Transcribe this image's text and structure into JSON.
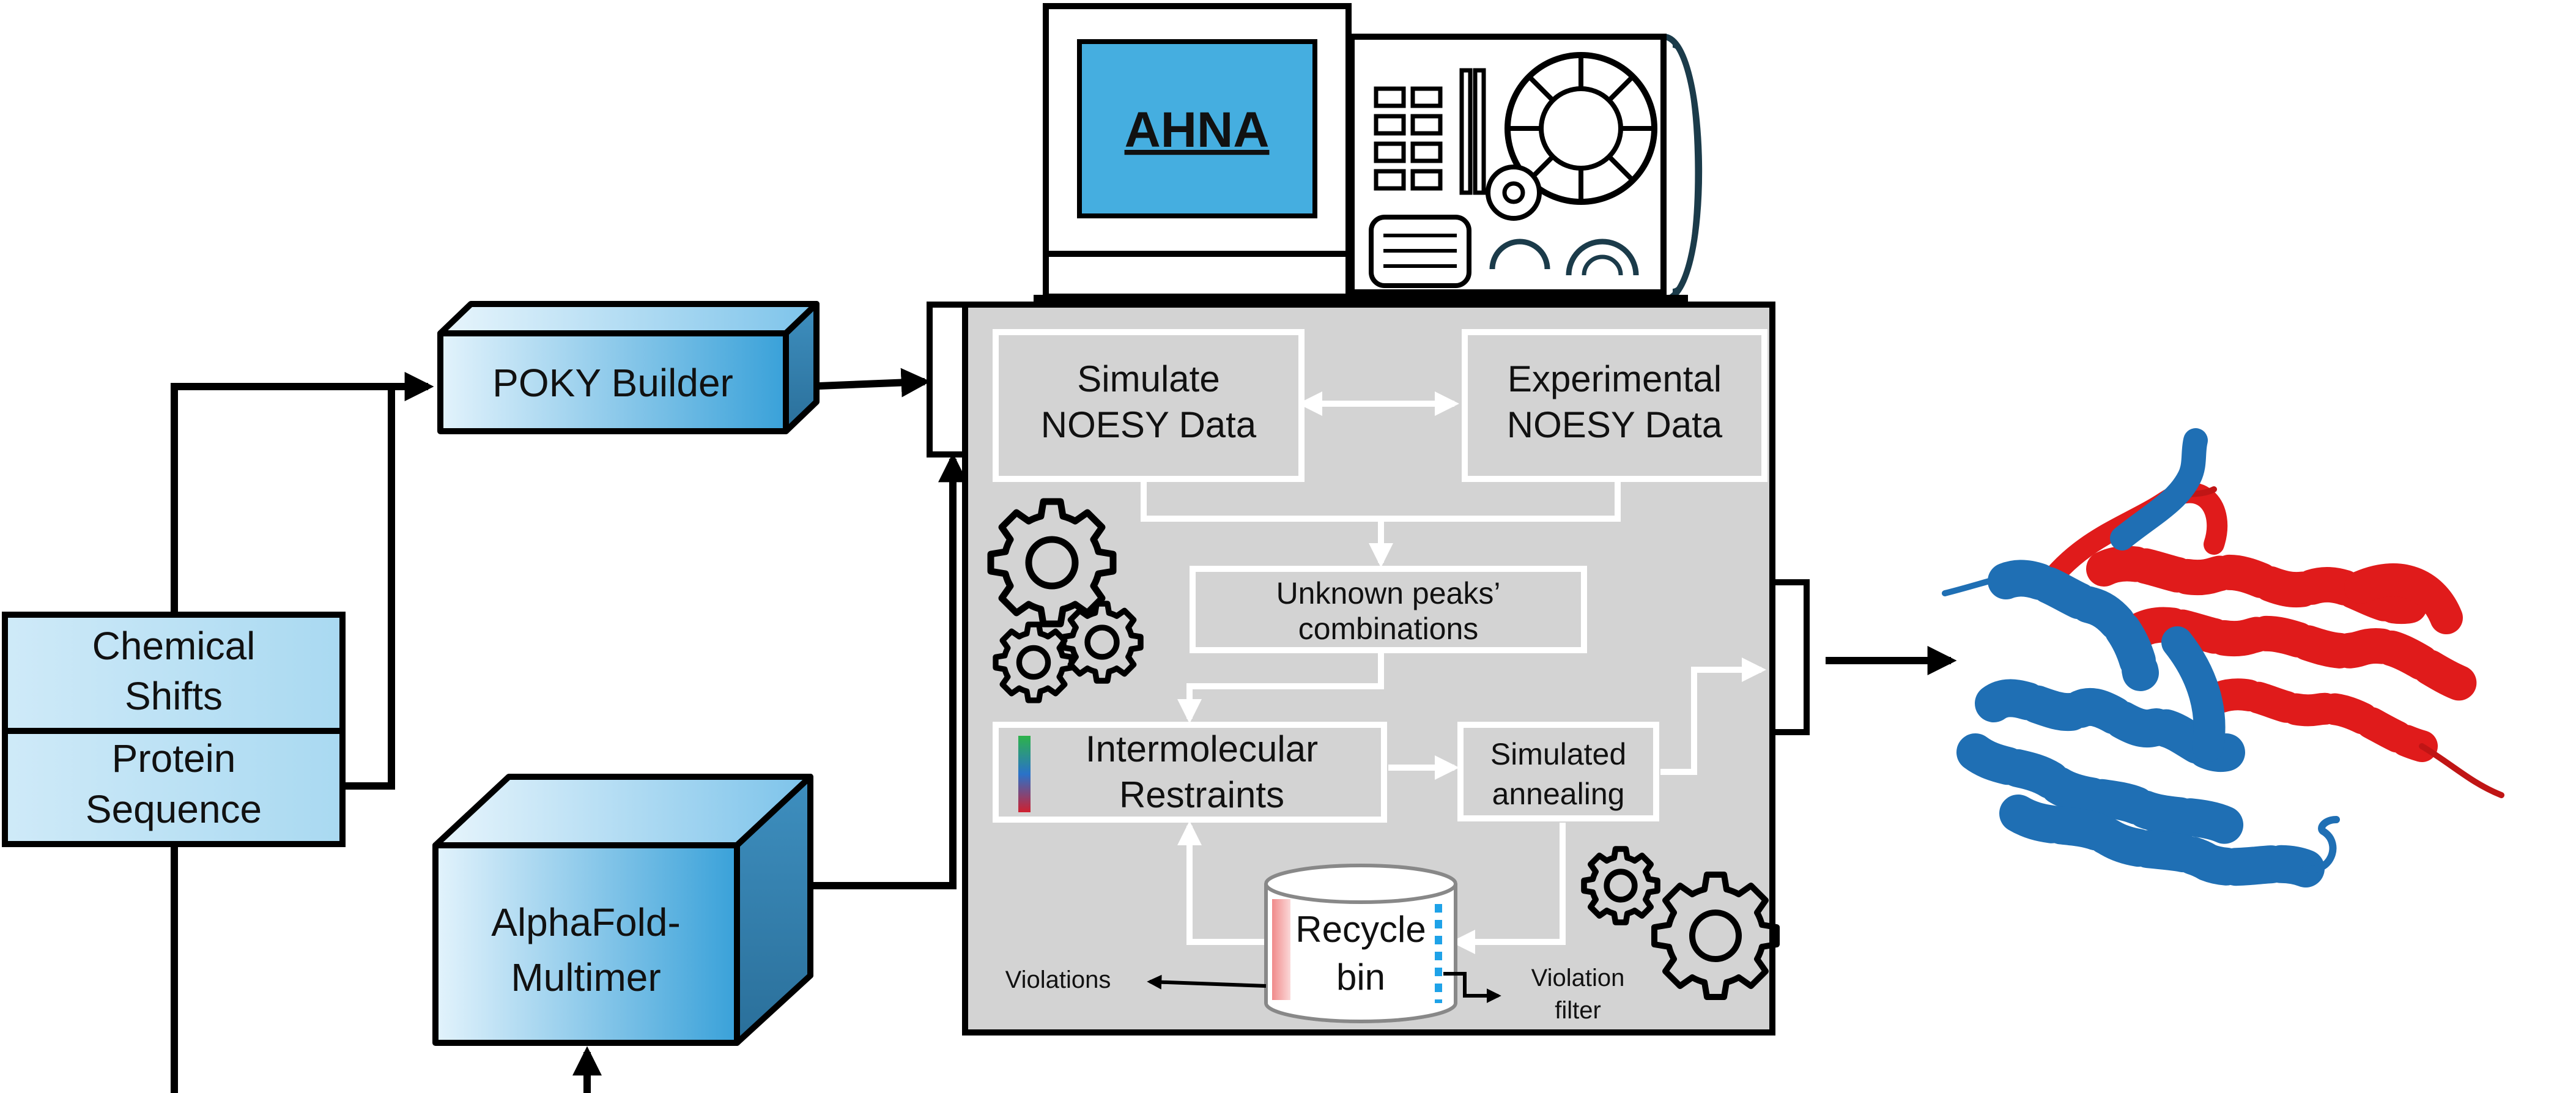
{
  "instrument": {
    "screen_title": "AHNA"
  },
  "inputs": {
    "chemical_shifts": [
      "Chemical",
      "Shifts"
    ],
    "protein_sequence": [
      "Protein",
      "Sequence"
    ]
  },
  "tools": {
    "poky_builder": "POKY Builder",
    "alphafold": [
      "AlphaFold-",
      "Multimer"
    ]
  },
  "pipeline": {
    "simulate": [
      "Simulate",
      "NOESY Data"
    ],
    "experimental": [
      "Experimental",
      "NOESY Data"
    ],
    "unknown": [
      "Unknown peaks’",
      "combinations"
    ],
    "intermolecular": [
      "Intermolecular",
      "Restraints"
    ],
    "annealing": [
      "Simulated",
      "annealing"
    ],
    "recycle": [
      "Recycle",
      "bin"
    ],
    "violations": "Violations",
    "violation_filter": [
      "Violation",
      "filter"
    ]
  },
  "colors": {
    "box_blue": "#7ec3e6",
    "screen_blue": "#45aee0",
    "panel_gray": "#d3d3d3",
    "chain_blue": "#1f6fb4",
    "chain_red": "#e01b1b"
  }
}
